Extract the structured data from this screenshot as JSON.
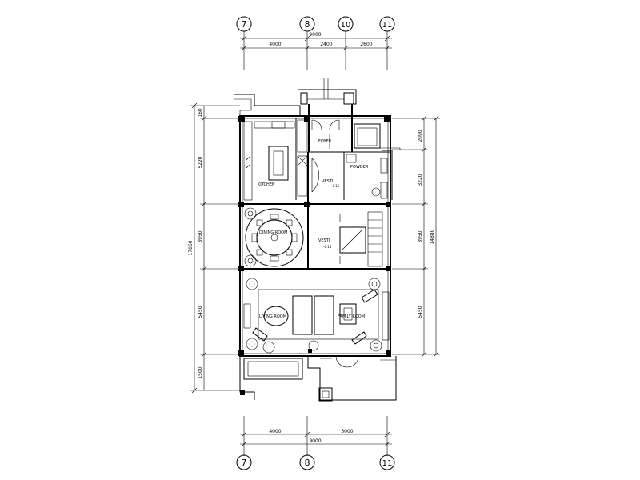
{
  "grid_axes_top": [
    "7",
    "8",
    "10",
    "11"
  ],
  "grid_axes_bottom": [
    "7",
    "8",
    "11"
  ],
  "dims_top": {
    "total": "9000",
    "segments": [
      "4000",
      "2400",
      "2600"
    ]
  },
  "dims_bottom": {
    "total": "9000",
    "segments": [
      "4000",
      "5000"
    ]
  },
  "dims_left": {
    "total": "17060",
    "segments": [
      "160",
      "5220",
      "3950",
      "5450",
      "1500"
    ]
  },
  "dims_right": {
    "total": "14880",
    "segments": [
      "2090",
      "3220",
      "3950",
      "5450"
    ]
  },
  "rooms": {
    "foyer": "FOYER",
    "powder": "POWDER",
    "kitchen": "KITCHEN",
    "vesti1": "VESTI",
    "vesti2": "VESTI",
    "dining": "DINING ROOM",
    "living": "LIVING ROOM",
    "family": "FAMILY ROOM"
  },
  "room_levels": {
    "vesti1": "-0.15",
    "vesti2": "-0.15"
  }
}
